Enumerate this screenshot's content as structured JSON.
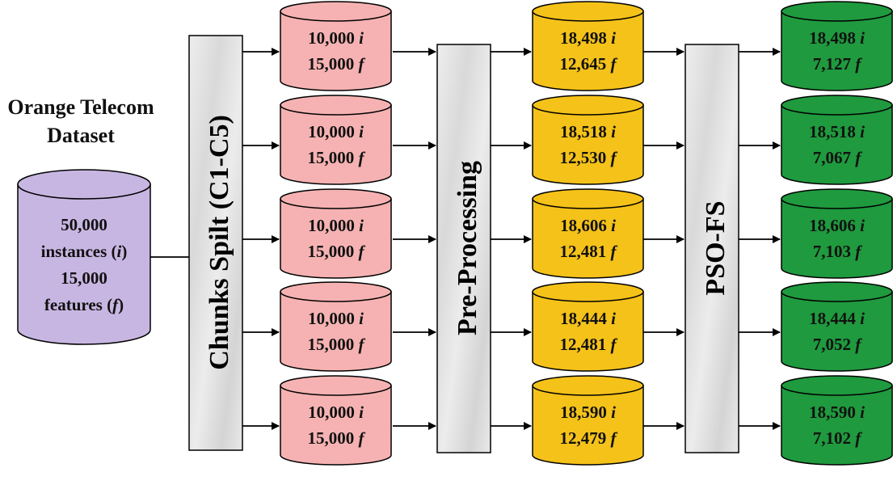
{
  "title": [
    "Orange Telecom",
    "Dataset"
  ],
  "source": {
    "line1": "50,000",
    "line2": "instances (i)",
    "line3": "15,000",
    "line4": "features (f)"
  },
  "stages": {
    "split": "Chunks Spilt (C1-C5)",
    "preprocess": "Pre-Processing",
    "pso": "PSO-FS"
  },
  "colors": {
    "source": "#c8b6e2",
    "chunks": "#f6b2b2",
    "preprocessed": "#f5c219",
    "selected": "#1f9a3e",
    "stage_box": "#e2e2e2"
  },
  "chunks": [
    {
      "i": "10,000",
      "f": "15,000"
    },
    {
      "i": "10,000",
      "f": "15,000"
    },
    {
      "i": "10,000",
      "f": "15,000"
    },
    {
      "i": "10,000",
      "f": "15,000"
    },
    {
      "i": "10,000",
      "f": "15,000"
    }
  ],
  "preprocessed": [
    {
      "i": "18,498",
      "f": "12,645"
    },
    {
      "i": "18,518",
      "f": "12,530"
    },
    {
      "i": "18,606",
      "f": "12,481"
    },
    {
      "i": "18,444",
      "f": "12,481"
    },
    {
      "i": "18,590",
      "f": "12,479"
    }
  ],
  "selected": [
    {
      "i": "18,498",
      "f": "7,127"
    },
    {
      "i": "18,518",
      "f": "7,067"
    },
    {
      "i": "18,606",
      "f": "7,103"
    },
    {
      "i": "18,444",
      "f": "7,052"
    },
    {
      "i": "18,590",
      "f": "7,102"
    }
  ],
  "unit_i": "i",
  "unit_f": "f"
}
